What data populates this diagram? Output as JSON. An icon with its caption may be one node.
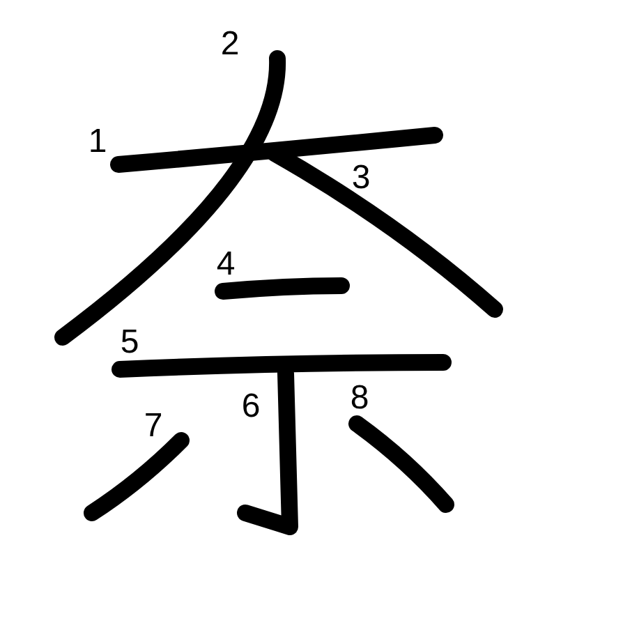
{
  "diagram": {
    "labels": [
      "2",
      "1",
      "3",
      "4",
      "5",
      "6",
      "8",
      "7"
    ]
  }
}
